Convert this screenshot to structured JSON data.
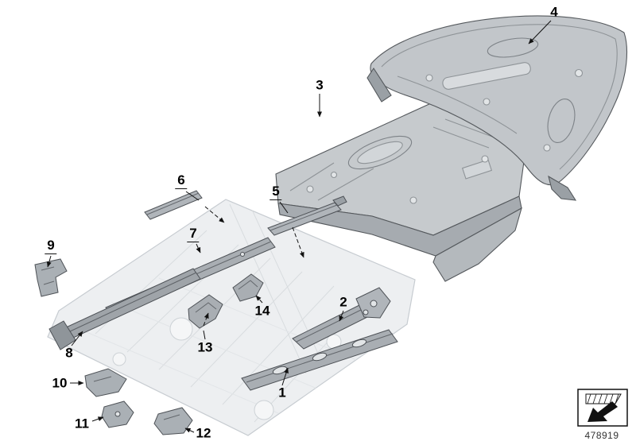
{
  "diagram": {
    "type": "exploded-parts-diagram",
    "callouts": [
      {
        "label": "1"
      },
      {
        "label": "2"
      },
      {
        "label": "3"
      },
      {
        "label": "4"
      },
      {
        "label": "5"
      },
      {
        "label": "6"
      },
      {
        "label": "7"
      },
      {
        "label": "8"
      },
      {
        "label": "9"
      },
      {
        "label": "10"
      },
      {
        "label": "11"
      },
      {
        "label": "12"
      },
      {
        "label": "13"
      },
      {
        "label": "14"
      }
    ],
    "colors": {
      "background": "#ffffff",
      "panel_mid": "#c6cacd",
      "panel_light": "#edeff1",
      "rail": "#a9aeb3",
      "outline": "#54585c",
      "leader": "#111111"
    }
  },
  "legend": {
    "icon": "direction-arrow-icon",
    "part_number": "478919"
  }
}
